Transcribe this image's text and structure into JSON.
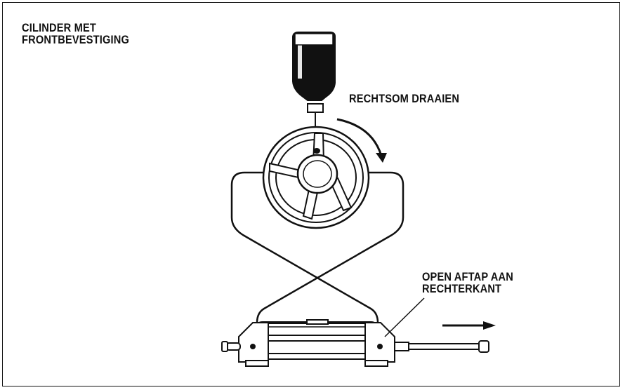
{
  "title": {
    "line1": "CILINDER MET",
    "line2": "FRONTBEVESTIGING"
  },
  "labels": {
    "rotate": "RECHTSOM DRAAIEN",
    "drain_line1": "OPEN AFTAP AAN",
    "drain_line2": "RECHTERKANT"
  },
  "colors": {
    "ink": "#111111",
    "background": "#ffffff"
  }
}
